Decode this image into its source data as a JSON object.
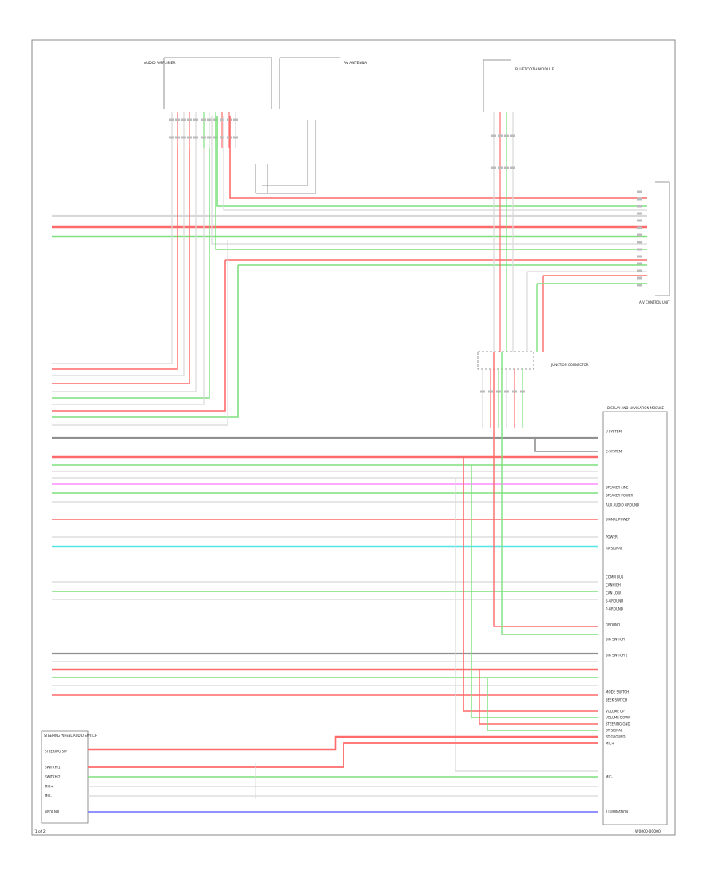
{
  "diagram": {
    "footer_left": "(1 of 2)",
    "footer_right": "W0000-00000",
    "blocks": {
      "top_left_label": "AUDIO AMPLIFIER",
      "top_center_label": "AV ANTENNA",
      "top_right_label": "BLUETOOTH MODULE",
      "right_connector_label": "A/V CONTROL UNIT",
      "mid_center_label": "JUNCTION CONNECTOR",
      "right_unit_label": "DISPLAY AND NAVIGATION MODULE",
      "bottom_left_label": "STEERING WHEEL AUDIO SWITCH"
    },
    "right_unit_pins": [
      "V-SYSTEM",
      "C-SYSTEM",
      "SPEAKER LINE",
      "SPEAKER POWER",
      "AUX AUDIO GROUND",
      "SIGNAL POWER",
      "POWER",
      "AV SIGNAL",
      "COMM BUS",
      "CANHIGH",
      "CAN LOW",
      "S-GROUND",
      "P-GROUND",
      "GROUND",
      "SIG SWITCH",
      "SIG SWITCH 2",
      "MODE SWITCH",
      "SEEK SWITCH",
      "VOLUME UP",
      "VOLUME DOWN",
      "STEERING GND",
      "BT SIGNAL",
      "BT GROUND",
      "MIC+",
      "MIC-",
      "ILLUMINATION"
    ],
    "bottom_left_pins": [
      "STEERING SW",
      "SWITCH 1",
      "SWITCH 2",
      "MIC+",
      "MIC-",
      "GROUND"
    ]
  }
}
